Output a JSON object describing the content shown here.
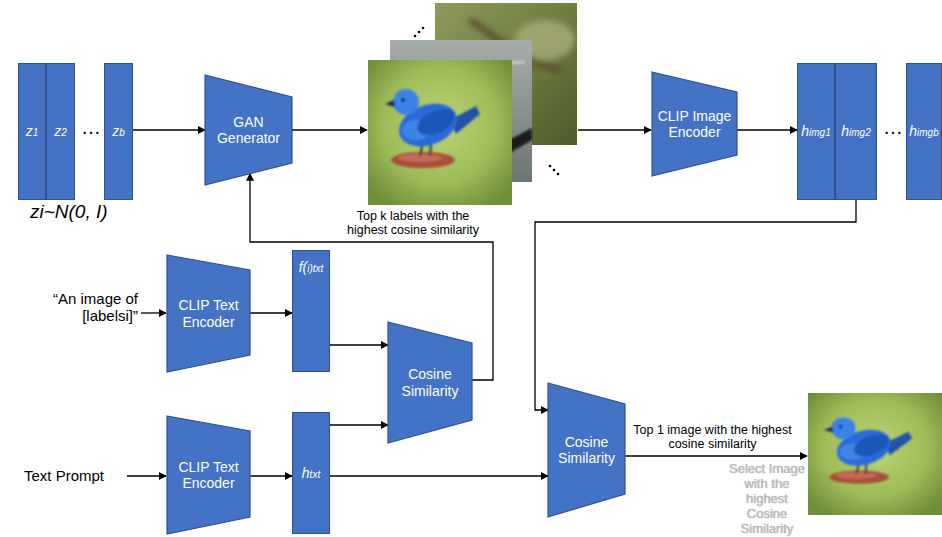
{
  "diagram": {
    "nodes": [
      {
        "text": [
          "z1"
        ]
      },
      {
        "text": [
          "z2"
        ]
      },
      {
        "text": [
          "zb"
        ]
      },
      {
        "text": [
          "GAN Generator"
        ]
      },
      {
        "text": [
          "CLIP Image Encoder"
        ]
      },
      {
        "text": [
          "himg1"
        ]
      },
      {
        "text": [
          "himg2"
        ]
      },
      {
        "text": [
          "himgb"
        ]
      },
      {
        "text": [
          "CLIP Text Encoder"
        ]
      },
      {
        "text": [
          "f(i)txt"
        ]
      },
      {
        "text": [
          "Cosine Similarity"
        ]
      },
      {
        "text": [
          "CLIP Text Encoder"
        ]
      },
      {
        "text": [
          "htxt"
        ]
      },
      {
        "text": [
          "Cosine Similarity"
        ]
      }
    ],
    "edges": [
      {
        "from": 2,
        "to": 3,
        "arrow": "to"
      },
      {
        "from": 4,
        "to": 5,
        "arrow": "to"
      },
      {
        "from": 6,
        "to": 13,
        "arrow": "to"
      },
      {
        "from": 8,
        "to": 9,
        "arrow": "to"
      },
      {
        "from": 9,
        "to": 10,
        "arrow": "to"
      },
      {
        "from": 12,
        "to": 10,
        "arrow": "to"
      },
      {
        "from": 10,
        "to": 3,
        "label": "Top k labels with the highest cosine similarity",
        "arrow": "to"
      },
      {
        "from": 11,
        "to": 12,
        "arrow": "to"
      },
      {
        "from": 12,
        "to": 13,
        "arrow": "to"
      }
    ],
    "labels": [
      "…",
      "…",
      "zi~N(0, I)",
      "“An image of [labelsi]”",
      "Text Prompt",
      "Top 1 image with the highest cosine similarity",
      "Select Image with the highest Cosine Similarity"
    ]
  }
}
